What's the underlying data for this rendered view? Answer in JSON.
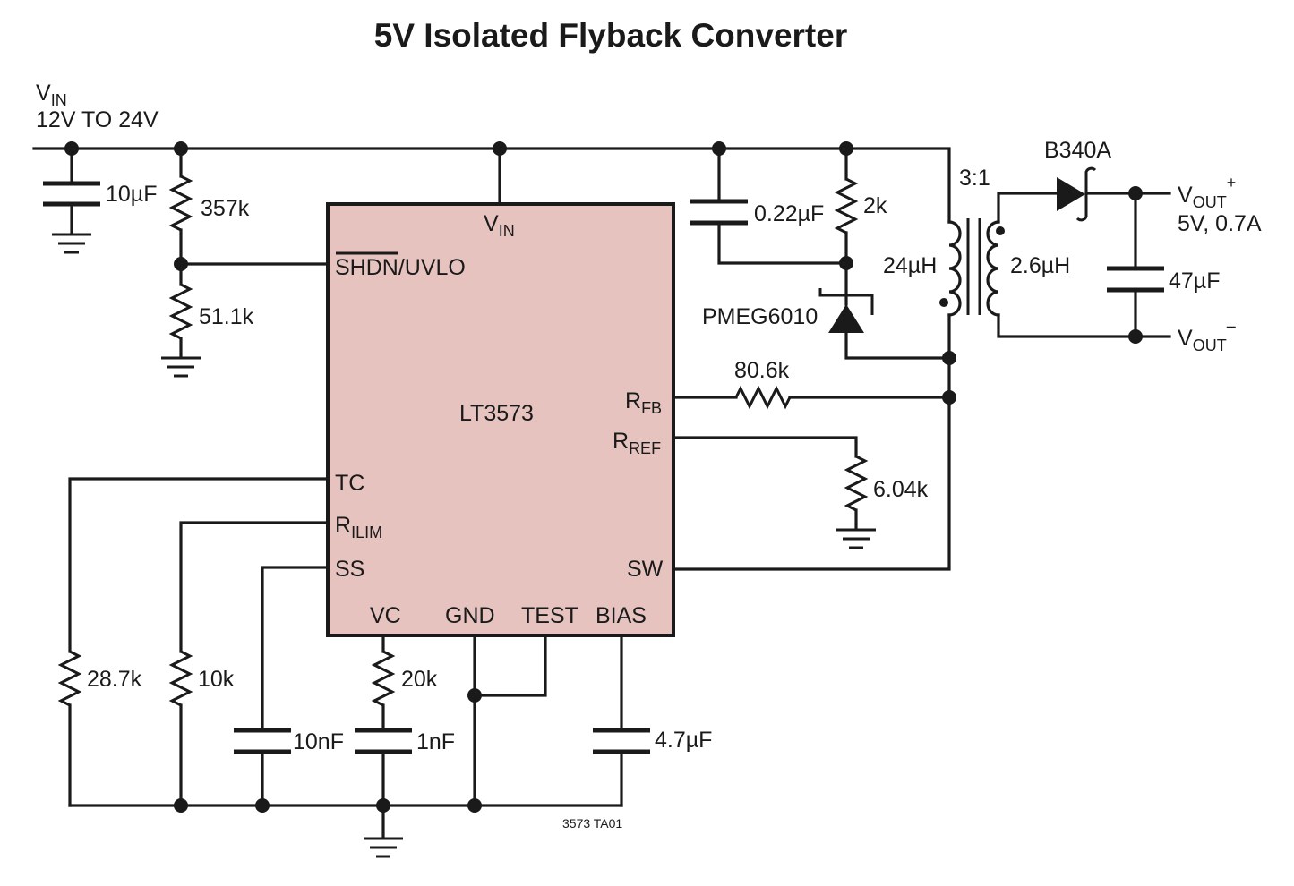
{
  "diagram": {
    "title": "5V Isolated Flyback Converter",
    "figure_code": "3573 TA01",
    "input": {
      "name": "V",
      "name_sub": "IN",
      "range": "12V TO 24V"
    },
    "output": {
      "pos_name": "V",
      "pos_sub": "OUT",
      "pos_sup": "+",
      "neg_name": "V",
      "neg_sub": "OUT",
      "neg_sup": "–",
      "spec": "5V, 0.7A"
    },
    "ic": {
      "part": "LT3573",
      "fill_color": "#e6c3bf",
      "pins": {
        "vin": {
          "main": "V",
          "sub": "IN"
        },
        "shdn": {
          "overbar": "SHDN",
          "rest": "/UVLO"
        },
        "rfb": {
          "main": "R",
          "sub": "FB"
        },
        "rref": {
          "main": "R",
          "sub": "REF"
        },
        "tc": "TC",
        "rilim": {
          "main": "R",
          "sub": "ILIM"
        },
        "ss": "SS",
        "sw": "SW",
        "vc": "VC",
        "gnd": "GND",
        "test": "TEST",
        "bias": "BIAS"
      }
    },
    "components": {
      "c_in": "10µF",
      "r_uvlo_top": "357k",
      "r_uvlo_bottom": "51.1k",
      "c_snubber": "0.22µF",
      "r_snubber": "2k",
      "d_clamp": "PMEG6010",
      "transformer_ratio": "3:1",
      "l_primary": "24µH",
      "l_secondary": "2.6µH",
      "d_output": "B340A",
      "c_out": "47µF",
      "r_fb": "80.6k",
      "r_ref": "6.04k",
      "r_tc": "28.7k",
      "r_ilim": "10k",
      "c_ss": "10nF",
      "r_vc": "20k",
      "c_vc": "1nF",
      "c_bias": "4.7µF"
    }
  }
}
